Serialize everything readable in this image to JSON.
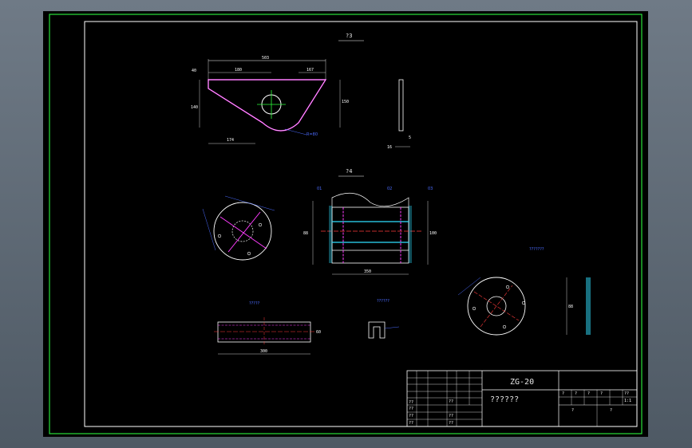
{
  "drawing": {
    "view_labels": {
      "upper": "?3",
      "middle": "?4"
    },
    "side_labels": {
      "right_flange": "???????",
      "roller": "?????",
      "block": "??????"
    },
    "dims": {
      "top_width": "503",
      "left_seg": "180",
      "right_seg": "167",
      "left_height": "140",
      "right_height": "150",
      "small_top": "40",
      "bottom_left": "174",
      "arc_note": "R=80",
      "bar_w1": "16",
      "bar_w2": "5",
      "mid_len": "350",
      "mid_h": "88",
      "mid_h2": "100",
      "roller_len": "300",
      "roller_d": "60",
      "right_h": "88"
    },
    "balloons": {
      "b1": "01",
      "b2": "02",
      "b3": "03"
    },
    "title_block": {
      "drawing_no": "ZG-20",
      "name": "??????",
      "scale_label": "1:1",
      "row_labels": [
        "??",
        "??",
        "??",
        "??"
      ],
      "sign_labels": [
        "??",
        "??",
        "??"
      ],
      "sheet_labels": [
        "?",
        "?",
        "?",
        "?",
        "?",
        "?"
      ],
      "count": "??"
    }
  }
}
